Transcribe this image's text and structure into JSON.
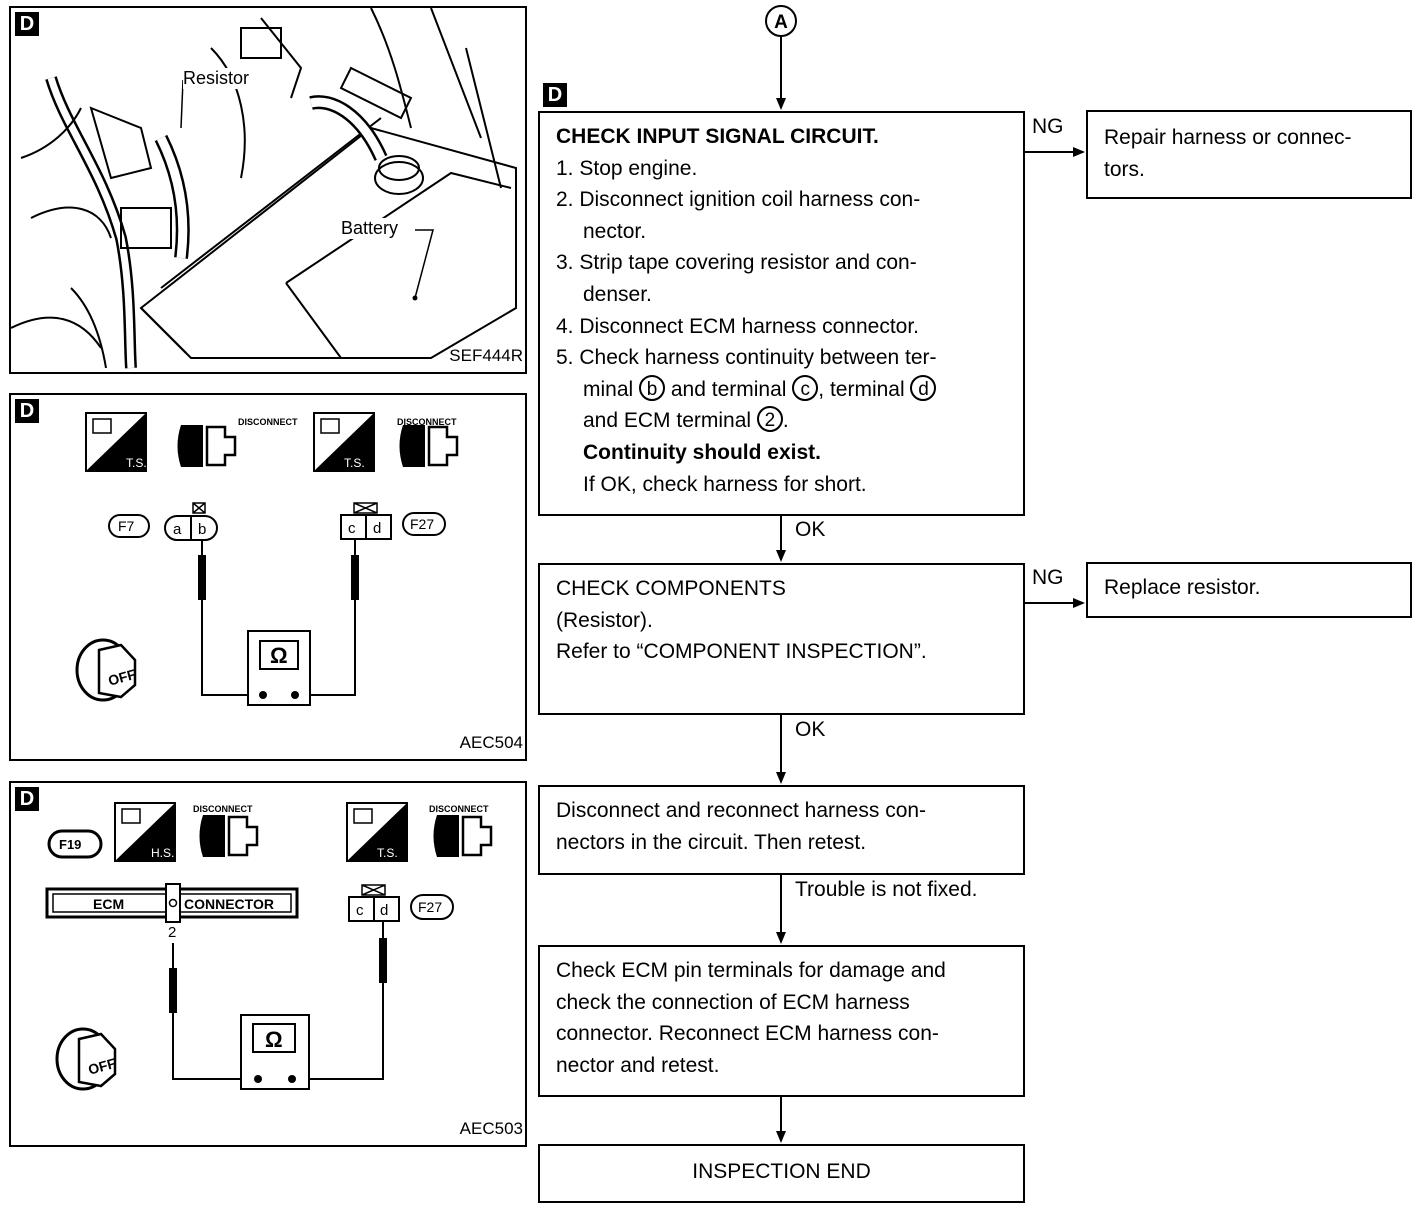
{
  "flow": {
    "start_connector": "A",
    "section_tag": "D",
    "step1": {
      "title": "CHECK INPUT SIGNAL CIRCUIT.",
      "items": [
        "1. Stop engine.",
        "2. Disconnect ignition coil harness con-",
        "nector.",
        "3. Strip tape covering resistor and con-",
        "denser.",
        "4. Disconnect ECM harness connector.",
        "5. Check harness continuity between ter-"
      ],
      "line_b": {
        "pre": "minal",
        "b": "b",
        "mid": "and terminal",
        "c": "c",
        "post": ", terminal",
        "d": "d"
      },
      "line_c": {
        "pre": "and ECM terminal",
        "n": "2",
        "post": "."
      },
      "continuity": "Continuity should exist.",
      "if_ok": "If OK, check harness for short."
    },
    "ng1_label": "NG",
    "ng1_action": [
      "Repair harness or connec-",
      "tors."
    ],
    "ok1_label": "OK",
    "step2": [
      "CHECK COMPONENTS",
      "(Resistor).",
      "Refer to “COMPONENT INSPECTION”."
    ],
    "ng2_label": "NG",
    "ng2_action": "Replace resistor.",
    "ok2_label": "OK",
    "step3": [
      "Disconnect and reconnect harness con-",
      "nectors in the circuit. Then retest."
    ],
    "not_fixed_label": "Trouble is not fixed.",
    "step4": [
      "Check ECM pin terminals for damage and",
      "check the connection of ECM harness",
      "connector. Reconnect ECM harness con-",
      "nector and retest."
    ],
    "end": "INSPECTION END"
  },
  "figure1": {
    "tag": "D",
    "resistor_label": "Resistor",
    "battery_label": "Battery",
    "code": "SEF444R"
  },
  "figure2": {
    "tag": "D",
    "ts": "T.S.",
    "disconnect": "DISCONNECT",
    "conn_left": "F7",
    "conn_right": "F27",
    "term_a": "a",
    "term_b": "b",
    "term_c": "c",
    "term_d": "d",
    "meter": "Ω",
    "key": "OFF",
    "code": "AEC504"
  },
  "figure3": {
    "tag": "D",
    "conn_ecm": "F19",
    "hs": "H.S.",
    "ts": "T.S.",
    "disconnect": "DISCONNECT",
    "ecm_label": "ECM",
    "connector_label": "CONNECTOR",
    "pin": "2",
    "term_c": "c",
    "term_d": "d",
    "conn_right": "F27",
    "meter": "Ω",
    "key": "OFF",
    "code": "AEC503"
  }
}
